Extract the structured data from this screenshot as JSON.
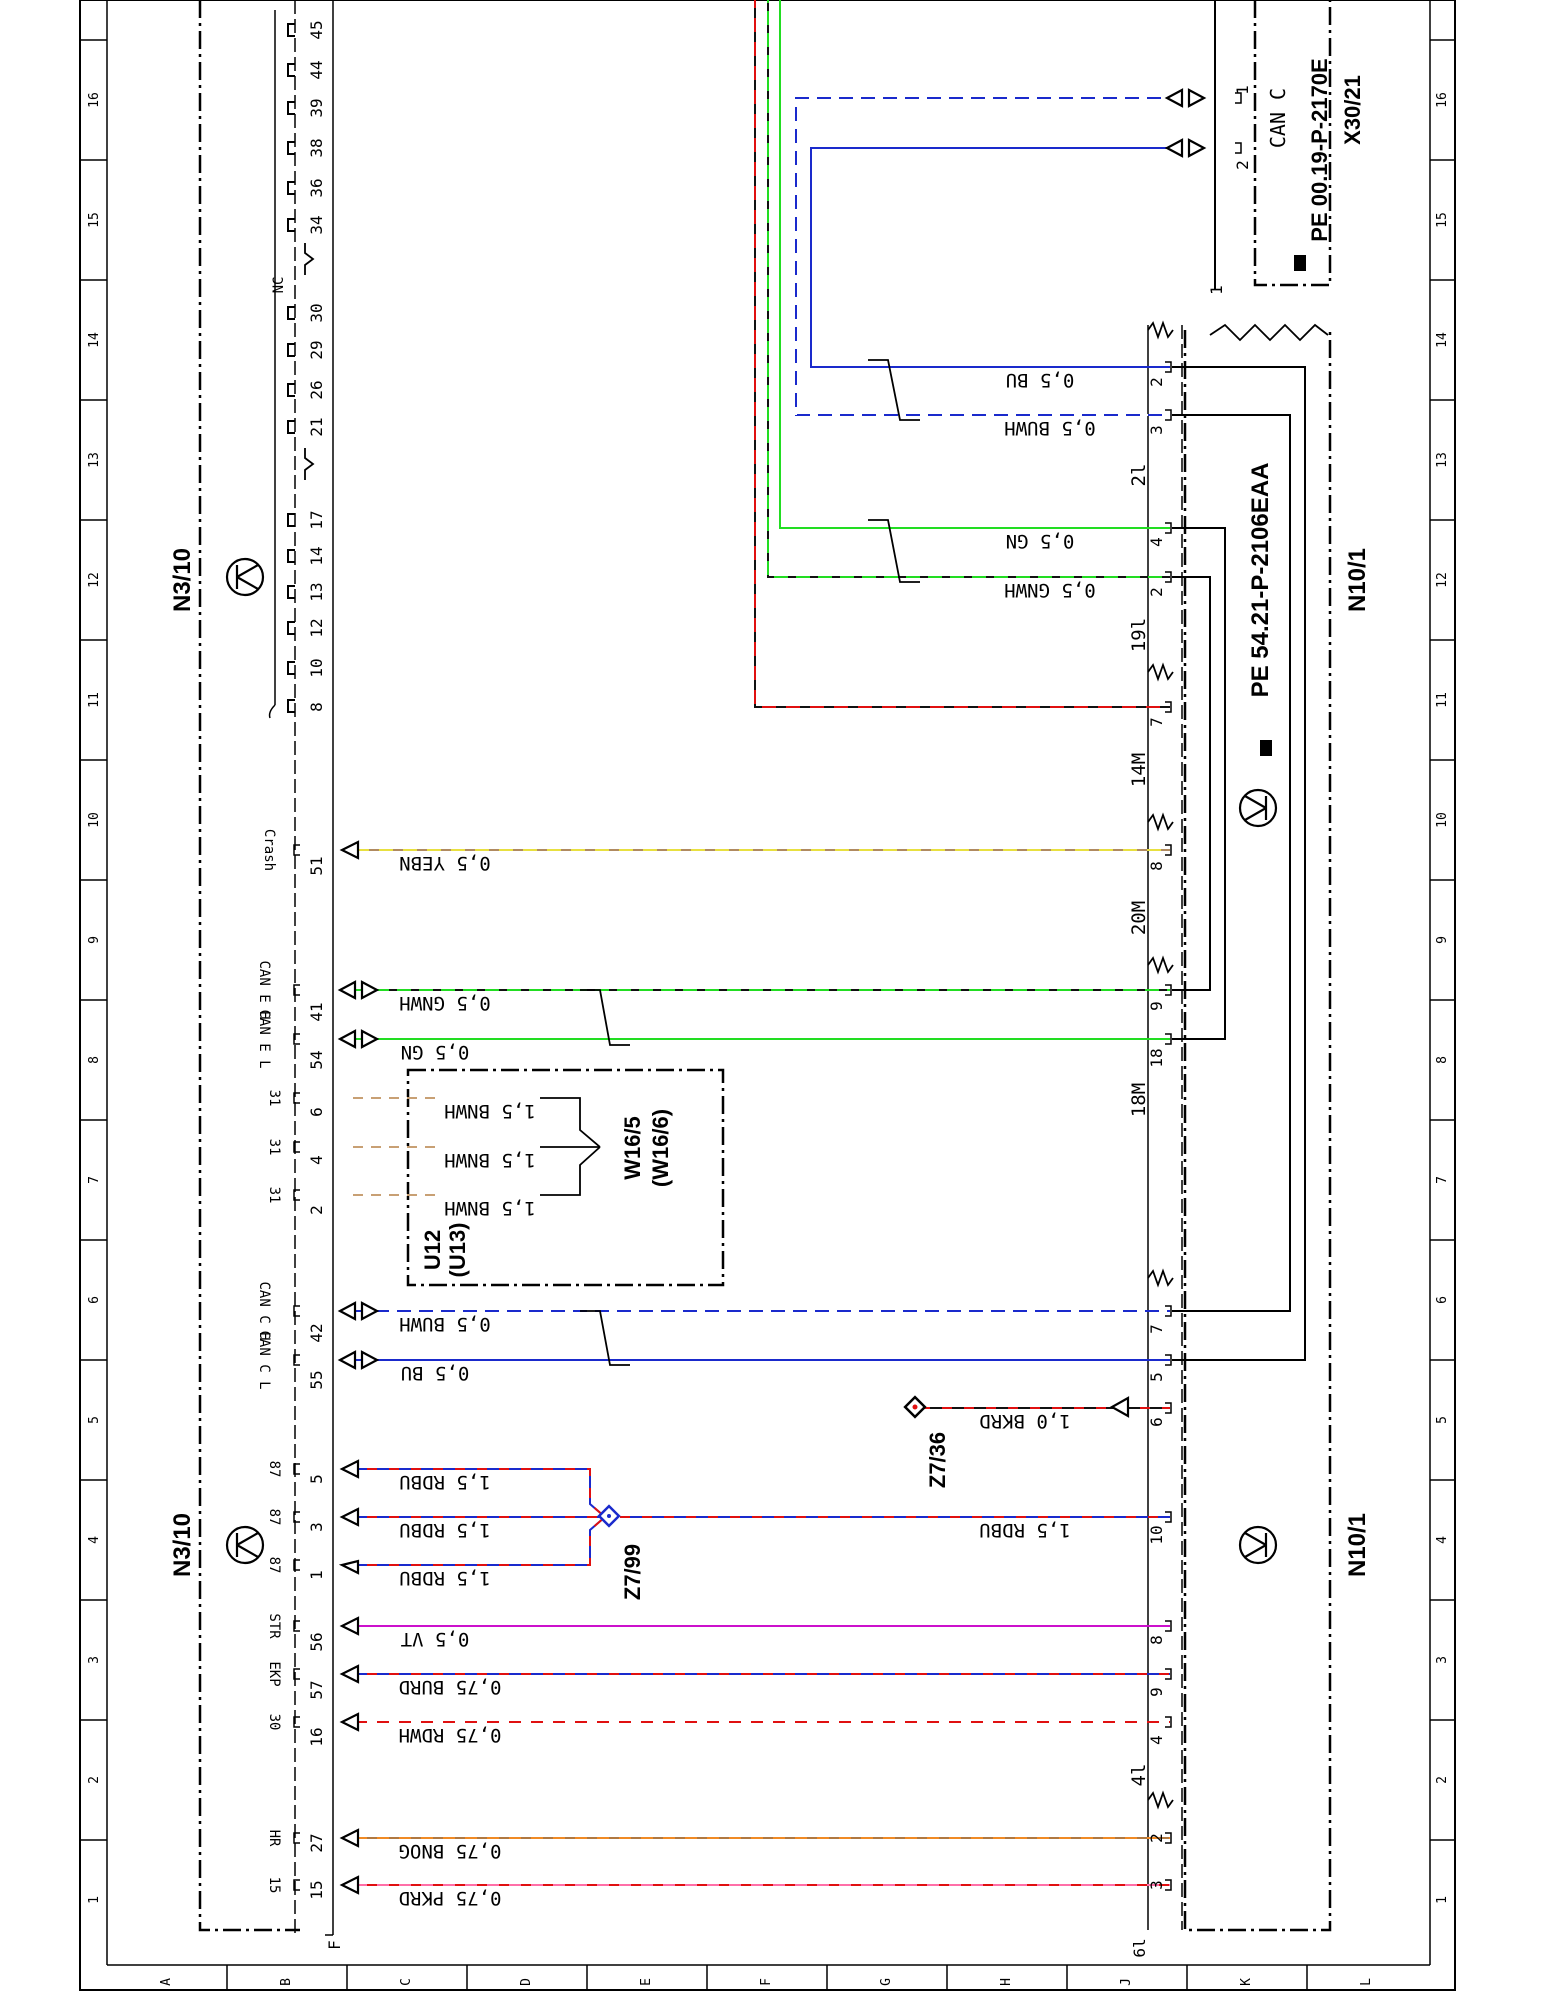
{
  "grid": {
    "numbers": [
      "1",
      "2",
      "3",
      "4",
      "5",
      "6",
      "7",
      "8",
      "9",
      "10",
      "11",
      "12",
      "13",
      "14",
      "15",
      "16"
    ],
    "letters": [
      "A",
      "B",
      "C",
      "D",
      "E",
      "F",
      "G",
      "H",
      "J",
      "K",
      "L"
    ]
  },
  "modules": {
    "n3_top": "N3/10",
    "n3_bottom": "N3/10",
    "n10_top": "N10/1",
    "n10_bottom": "N10/1",
    "x30": "X30/21",
    "x30_ref": "PE 00.19-P-2170E",
    "x30_can": "CAN C",
    "n10_ref": "PE 54.21-P-2106EAA",
    "w16": "W16/5",
    "w16_alt": "(W16/6)",
    "u12": "U12",
    "u13": "(U13)",
    "z7_99": "Z7/99",
    "z7_36": "Z7/36",
    "nc": "NC",
    "f_label": "F",
    "conn_6l": "6l"
  },
  "wires": [
    {
      "label": "0,75 PKRD",
      "left_pin": "15",
      "left_sig": "15",
      "right_pin": "3"
    },
    {
      "label": "0,75 BNOG",
      "left_pin": "27",
      "left_sig": "HR",
      "right_pin": "2"
    },
    {
      "label": "0,75 RDWH",
      "left_pin": "16",
      "left_sig": "30",
      "right_pin": "4"
    },
    {
      "label": "0,75 BURD",
      "left_pin": "57",
      "left_sig": "EKP",
      "right_pin": "9"
    },
    {
      "label": "0,5 VT",
      "left_pin": "56",
      "left_sig": "STR",
      "right_pin": "8"
    },
    {
      "label": "1,5 RDBU",
      "left_pin": "1",
      "left_sig": "87"
    },
    {
      "label": "1,5 RDBU",
      "left_pin": "3",
      "left_sig": "87"
    },
    {
      "label": "1,5 RDBU",
      "left_pin": "5",
      "left_sig": "87"
    },
    {
      "label": "1,5 RDBU",
      "right_pin": "10"
    },
    {
      "label": "1,0 BKRD",
      "right_pin": "6"
    },
    {
      "label": "0,5 BU",
      "left_pin": "55",
      "left_sig": "CAN C L",
      "right_pin": "5"
    },
    {
      "label": "0,5 BUWH",
      "left_pin": "42",
      "left_sig": "CAN C H",
      "right_pin": "7"
    },
    {
      "label": "1,5 BNWH",
      "left_pin": "2",
      "left_sig": "31"
    },
    {
      "label": "1,5 BNWH",
      "left_pin": "4",
      "left_sig": "31"
    },
    {
      "label": "1,5 BNWH",
      "left_pin": "6",
      "left_sig": "31"
    },
    {
      "label": "0,5 GN",
      "left_pin": "54",
      "left_sig": "CAN E L",
      "right_pin": "18"
    },
    {
      "label": "0,5 GNWH",
      "left_pin": "41",
      "left_sig": "CAN E H",
      "right_pin": "9"
    },
    {
      "label": "0,5 YEBN",
      "left_pin": "51",
      "left_sig": "Crash",
      "right_pin": "8"
    },
    {
      "label": "0,5 GNWH",
      "right_pin": "2"
    },
    {
      "label": "0,5 GN",
      "right_pin": "4"
    },
    {
      "label": "0,5 BUWH",
      "right_pin": "3"
    },
    {
      "label": "0,5 BU",
      "right_pin": "2"
    }
  ],
  "right_conn_labels": [
    "4l",
    "18M",
    "20M",
    "14M",
    "19l",
    "2l"
  ],
  "top_right_pins": [
    "7"
  ],
  "x30_pins": [
    "1",
    "2",
    "1"
  ],
  "bus_pins": [
    "8",
    "10",
    "12",
    "13",
    "14",
    "17",
    "21",
    "26",
    "29",
    "30",
    "34",
    "36",
    "38",
    "39",
    "44",
    "45"
  ]
}
